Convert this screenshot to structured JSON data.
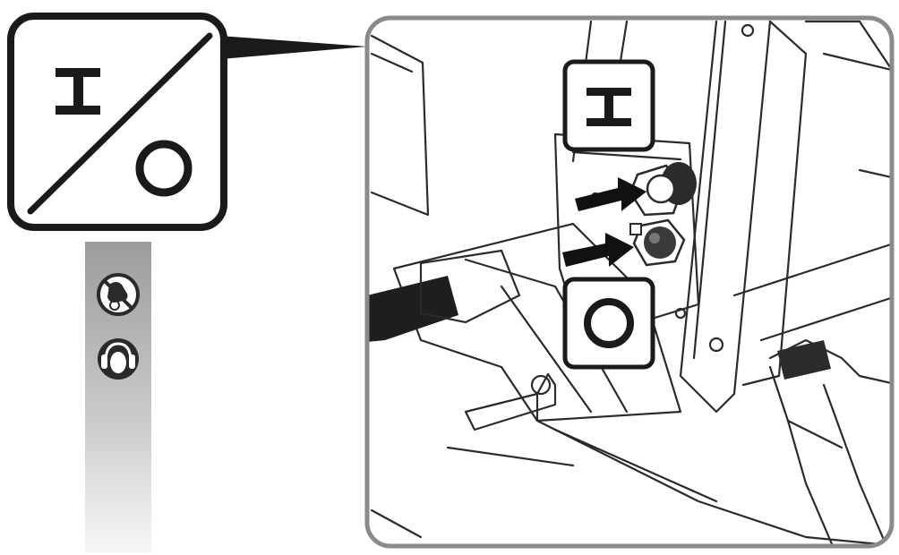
{
  "symbols": {
    "on_symbol": "I",
    "off_symbol": "O",
    "on_off_symbol": "I/O"
  },
  "safety_icons": [
    {
      "icon": "no-hand-contact-prohibition-icon"
    },
    {
      "icon": "hearing-protection-icon"
    }
  ],
  "colors": {
    "frame": "#1a1a1a",
    "detail_border": "#8a8a8a",
    "strip_top": "#9c9c9c",
    "strip_bottom": "#f4f4f4",
    "arrow": "#111111"
  }
}
